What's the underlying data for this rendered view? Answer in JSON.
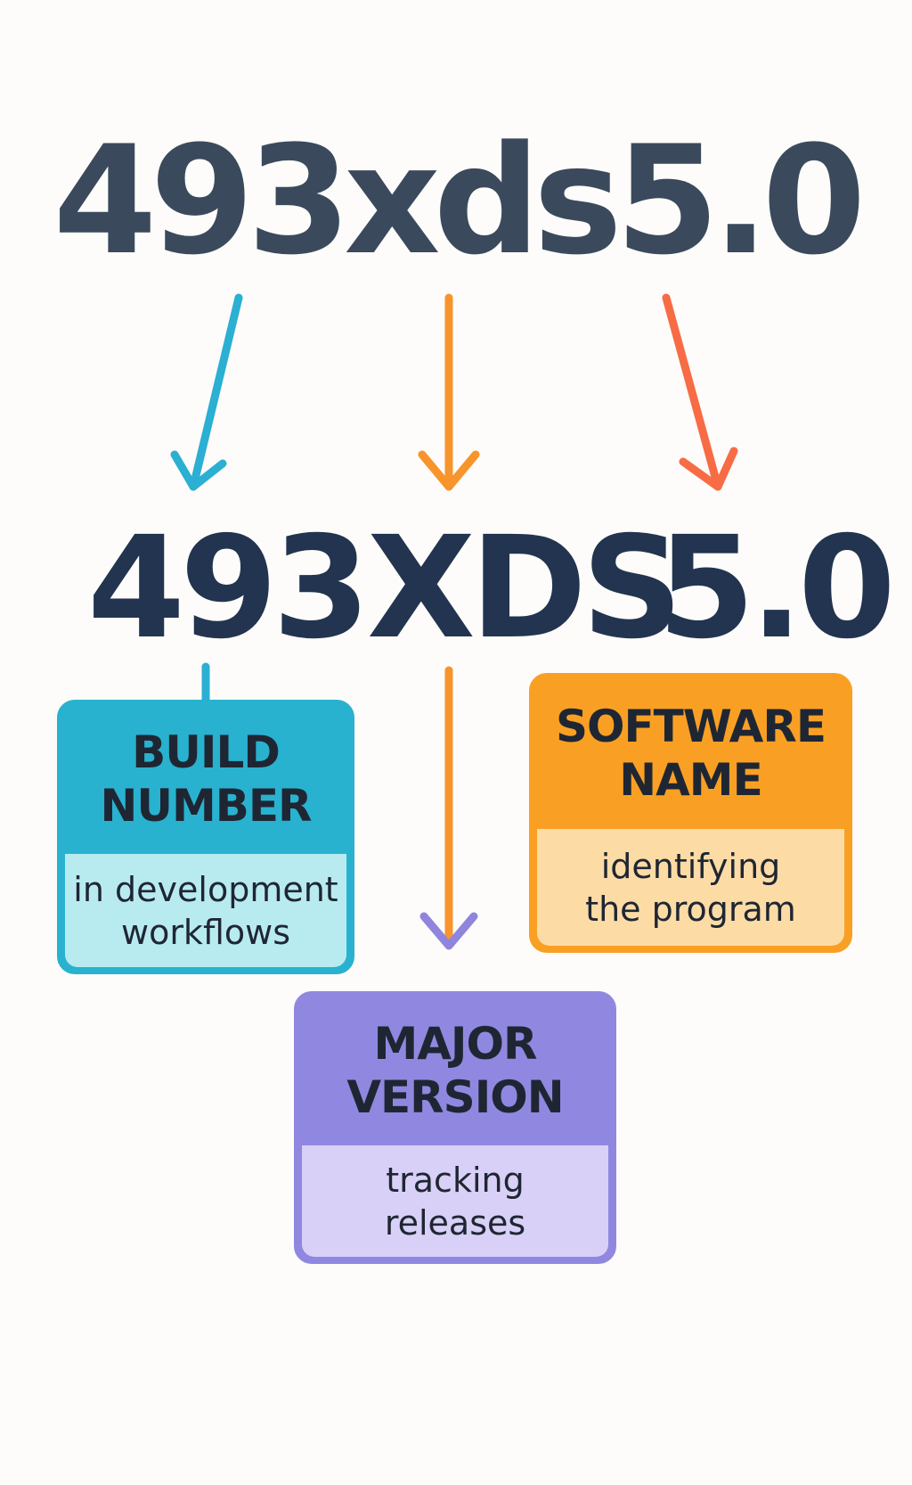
{
  "code": "493xds5.0",
  "parts": [
    {
      "text": "493",
      "title_lines": [
        "BUILD",
        "NUMBER"
      ],
      "desc_lines": [
        "in development",
        "workflows"
      ],
      "color": "#29b2cf",
      "light": "#b8ebf0"
    },
    {
      "text": "XDS",
      "title_lines": [
        "MAJOR",
        "VERSION"
      ],
      "desc_lines": [
        "tracking",
        "releases"
      ],
      "color": "#9088e0",
      "light": "#d8d0f6"
    },
    {
      "text": "5.0",
      "title_lines": [
        "SOFTWARE",
        "NAME"
      ],
      "desc_lines": [
        "identifying",
        "the program"
      ],
      "color": "#f9a024",
      "light": "#fddba5"
    }
  ],
  "arrow_colors": {
    "blue": "#2bafd3",
    "orange": "#f8942c",
    "red": "#f76c45",
    "purple": "#8f85dc"
  }
}
